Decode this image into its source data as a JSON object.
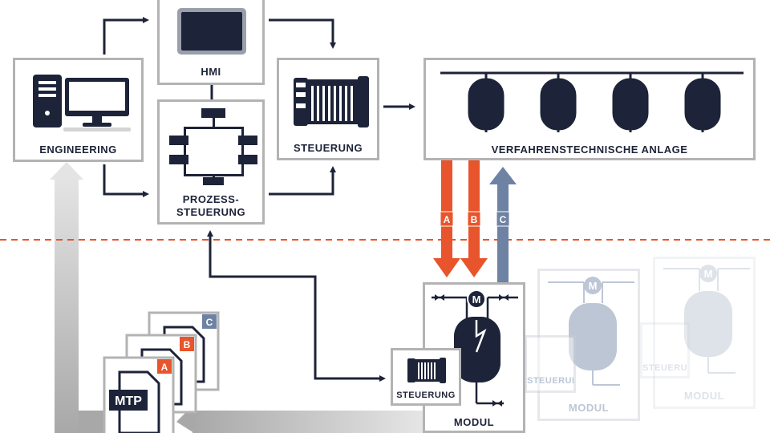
{
  "nodes": {
    "engineering": "ENGINEERING",
    "hmi": "HMI",
    "prozess_line1": "PROZESS-",
    "prozess_line2": "STEUERUNG",
    "steuerung": "STEUERUNG",
    "anlage": "VERFAHRENSTECHNISCHE ANLAGE",
    "module_steuerung": "STEUERUNG",
    "modul": "MODUL",
    "ghost_steuerung_1": "STEUERUNG",
    "ghost_modul_1": "MODUL",
    "ghost_steuerung_2": "STEUERUNG",
    "ghost_modul_2": "MODUL",
    "motor": "M"
  },
  "flows": {
    "a": "A",
    "b": "B",
    "c": "C"
  },
  "documents": {
    "mtp": "MTP",
    "a": "A",
    "b": "B",
    "c": "C"
  },
  "colors": {
    "dark": "#1d2338",
    "border": "#b3b3b3",
    "orange": "#e8542b",
    "blue_gray": "#6e82a3",
    "ghost": "#c9cdd6",
    "dashed_line": "#e8542b"
  }
}
